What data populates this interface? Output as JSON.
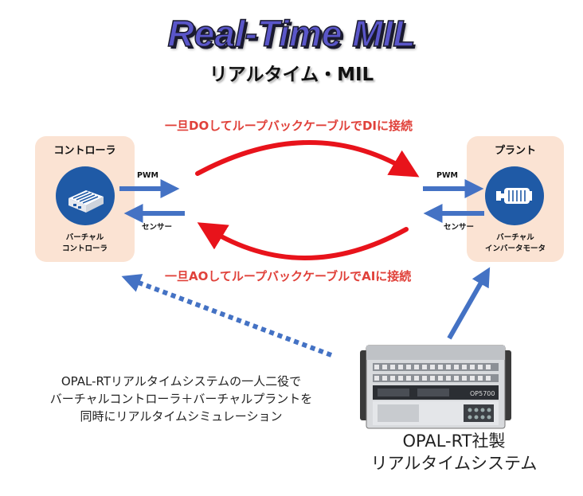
{
  "title": {
    "main": "Real-Time MIL",
    "sub": "リアルタイム・MIL"
  },
  "loops": {
    "top": "一旦DOしてループバックケーブルでDIに接続",
    "bottom": "一旦AOしてループバックケーブルでAIに接続"
  },
  "controller": {
    "panel_title": "コントローラ",
    "node_label_line1": "バーチャル",
    "node_label_line2": "コントローラ",
    "out_signal": "PWM",
    "in_signal": "センサー"
  },
  "plant": {
    "panel_title": "プラント",
    "node_label_line1": "バーチャル",
    "node_label_line2": "インバータモータ",
    "in_signal": "PWM",
    "out_signal": "センサー"
  },
  "description": [
    "OPAL-RTリアルタイムシステムの一人二役で",
    "バーチャルコントローラ＋バーチャルプラントを",
    "同時にリアルタイムシミュレーション"
  ],
  "system": {
    "caption_line1": "OPAL-RT社製",
    "caption_line2": "リアルタイムシステム",
    "device_model": "OP5700"
  },
  "colors": {
    "red": "#e0413a",
    "blue": "#4472c4",
    "panel": "#fbe3d3",
    "node": "#1f5aa6"
  }
}
